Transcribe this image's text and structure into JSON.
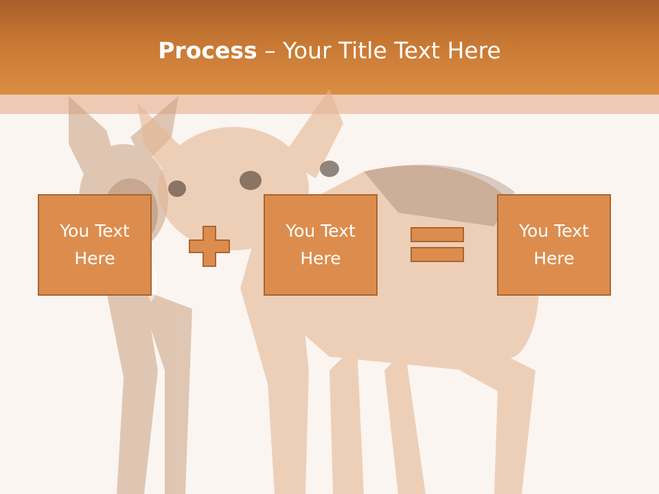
{
  "slide": {
    "title_bold": "Process",
    "title_rest": " – Your Title Text Here"
  },
  "process": {
    "boxes": [
      {
        "text": "You Text\nHere"
      },
      {
        "text": "You Text\nHere"
      },
      {
        "text": "You Text\nHere"
      }
    ],
    "operators": [
      "plus-icon",
      "equals-icon"
    ]
  },
  "colors": {
    "header_orange": "#d4853f",
    "box_fill": "#dc8d4e",
    "box_border": "#a9652f",
    "background": "#fbf5f1"
  },
  "background_image": "two-chihuahuas-photo"
}
